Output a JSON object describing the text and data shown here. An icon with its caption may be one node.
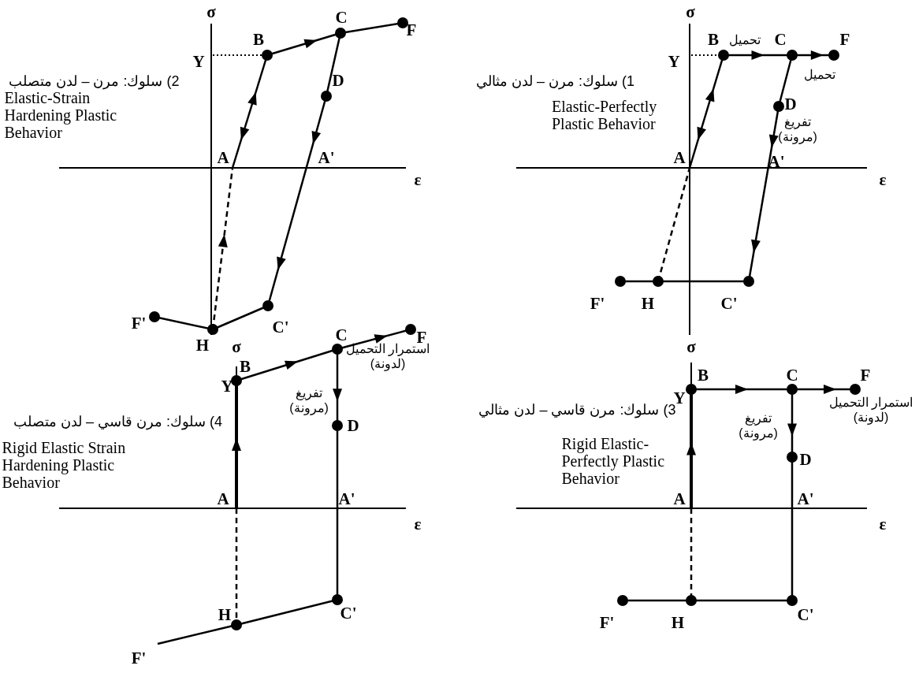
{
  "diagram": {
    "labels": [
      "σ",
      "Y",
      "B",
      "C",
      "F",
      "2) سلوك: مرن – لدن متصلب",
      "Elastic-Strain Hardening Plastic Behavior",
      "D",
      "A",
      "A'",
      "ε",
      "F'",
      "H",
      "C'",
      "σ",
      "B",
      "تحميل",
      "C",
      "F",
      "Y",
      "1) سلوك: مرن – لدن مثالي",
      "تحميل",
      "Elastic-Perfectly Plastic Behavior",
      "D",
      "تفريغ (مرونة)",
      "A",
      "A'",
      "ε",
      "F'",
      "H",
      "C'",
      "σ",
      "C",
      "F",
      "B",
      "Y",
      "استمرار التحميل (لدونة)",
      "تفريغ (مرونة)",
      "4) سلوك: مرن قاسي – لدن متصلب",
      "D",
      "Rigid Elastic Strain Hardening Plastic Behavior",
      "A",
      "A'",
      "ε",
      "H",
      "C'",
      "F'",
      "σ",
      "B",
      "C",
      "F",
      "Y",
      "استمرار التحميل (لدونة)",
      "3) سلوك: مرن قاسي – لدن مثالي",
      "تفريغ (مرونة)",
      "D",
      "Rigid Elastic-Perfectly Plastic Behavior",
      "A",
      "A'",
      "ε",
      "F'",
      "H",
      "C'"
    ]
  }
}
